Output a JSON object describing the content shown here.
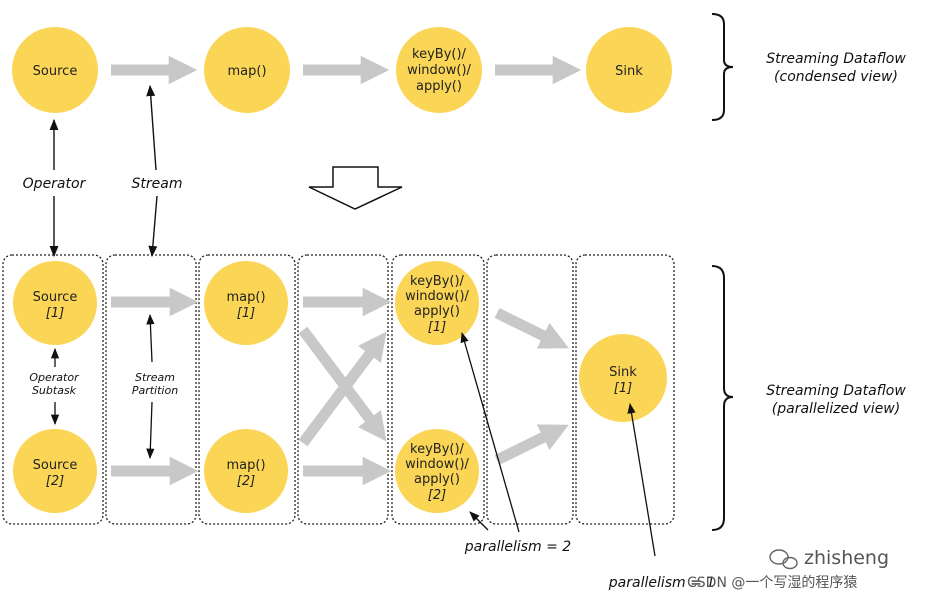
{
  "colors": {
    "node_fill": "#fbd555",
    "arrow_gray": "#c8c8c8",
    "line": "#111111"
  },
  "condensed": {
    "source": "Source",
    "map": "map()",
    "keyby_lines": [
      "keyBy()/",
      "window()/",
      "apply()"
    ],
    "sink": "Sink",
    "view_title": "Streaming Dataflow",
    "view_sub": "(condensed view)"
  },
  "labels": {
    "operator": "Operator",
    "stream": "Stream",
    "operator_subtask": [
      "Operator",
      "Subtask"
    ],
    "stream_partition": [
      "Stream",
      "Partition"
    ],
    "parallelism_2": "parallelism = 2",
    "parallelism_1": "parallelism = 1"
  },
  "parallel": {
    "source1": "Source",
    "source1_idx": "[1]",
    "source2": "Source",
    "source2_idx": "[2]",
    "map1": "map()",
    "map1_idx": "[1]",
    "map2": "map()",
    "map2_idx": "[2]",
    "keyby1_lines": [
      "keyBy()/",
      "window()/",
      "apply()"
    ],
    "keyby1_idx": "[1]",
    "keyby2_lines": [
      "keyBy()/",
      "window()/",
      "apply()"
    ],
    "keyby2_idx": "[2]",
    "sink": "Sink",
    "sink_idx": "[1]",
    "view_title": "Streaming Dataflow",
    "view_sub": "(parallelized view)"
  },
  "watermark": {
    "brand": "zhisheng",
    "credit": "CSDN @一个写湿的程序猿"
  }
}
